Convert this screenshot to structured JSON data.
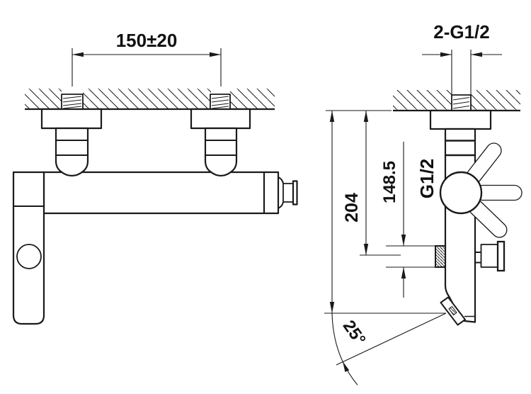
{
  "drawing": {
    "type": "technical-dimension-drawing",
    "subject": "wall-mounted bath shower mixer faucet, front and side views",
    "background_color": "#ffffff",
    "line_color": "#1a1a1a",
    "dimensions": {
      "inlet_spacing": "150±20",
      "inlet_thread": "2-G1/2",
      "outlet_thread": "G1/2",
      "outlet_offset": "148.5",
      "body_height": "204",
      "spout_angle": "25°"
    }
  }
}
